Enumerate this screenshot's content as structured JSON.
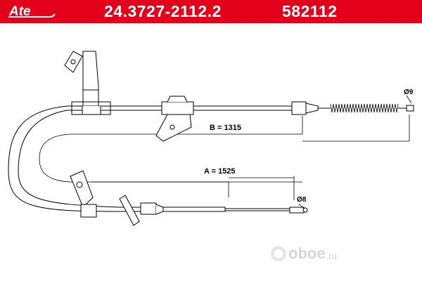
{
  "header": {
    "brand": "Ate",
    "part_number": "24.3727-2112.2",
    "ref_number": "582112",
    "colors": {
      "background": "#e2001a",
      "text": "#ffffff"
    }
  },
  "diagram": {
    "dim_b": "B = 1315",
    "dim_a": "A = 1525",
    "dia_top": "Ø9",
    "dia_bottom": "Ø8"
  },
  "watermark": {
    "text": "oboe",
    "domain": ".ru"
  }
}
